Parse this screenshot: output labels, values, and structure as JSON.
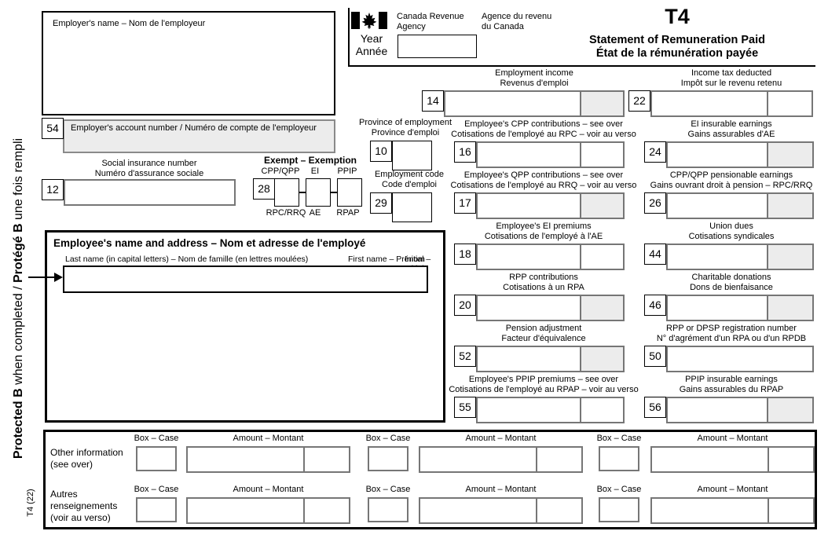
{
  "colors": {
    "shaded_fill": "#ececec",
    "box_border_gray": "#767676",
    "ink": "#000000"
  },
  "header": {
    "agency_en_line1": "Canada Revenue",
    "agency_en_line2": "Agency",
    "agency_fr_line1": "Agence du revenu",
    "agency_fr_line2": "du Canada",
    "year_label_en": "Year",
    "year_label_fr": "Année",
    "title": "T4",
    "subtitle_en": "Statement of Remuneration Paid",
    "subtitle_fr": "État de la rémunération payée"
  },
  "left_margin": {
    "protected_en_bold": "Protected B",
    "protected_en_rest": " when completed / ",
    "protected_fr_bold": "Protégé B",
    "protected_fr_rest": " une fois rempli",
    "form_code": "T4 (22)"
  },
  "employer": {
    "name_label": "Employer's name – Nom de l'employeur",
    "account_box_number": "54",
    "account_label": "Employer's account number / Numéro de compte de l'employeur"
  },
  "sin": {
    "box_number": "12",
    "label_en": "Social insurance number",
    "label_fr": "Numéro d'assurance sociale"
  },
  "exempt": {
    "title": "Exempt – Exemption",
    "box_number": "28",
    "labels_top": [
      "CPP/QPP",
      "EI",
      "PPIP"
    ],
    "labels_bottom": [
      "RPC/RRQ",
      "AE",
      "RPAP"
    ]
  },
  "province": {
    "box_number": "10",
    "label_en": "Province of employment",
    "label_fr": "Province d'emploi"
  },
  "employment_code": {
    "box_number": "29",
    "label_en": "Employment code",
    "label_fr": "Code d'emploi"
  },
  "employee": {
    "title": "Employee's name and address – Nom et adresse de l'employé",
    "last_name_label": "Last name (in capital letters) – Nom de famille (en lettres moulées)",
    "first_name_label": "First name – Prénom",
    "initial_label": "Initial – Initiale"
  },
  "fields": [
    {
      "box_number": "14",
      "label_en": "Employment income",
      "label_fr": "Revenus d'emploi",
      "cents_shaded": true
    },
    {
      "box_number": "22",
      "label_en": "Income tax deducted",
      "label_fr": "Impôt sur le revenu retenu",
      "cents_shaded": false
    },
    {
      "box_number": "16",
      "label_en": "Employee's CPP contributions – see over",
      "label_fr": "Cotisations de l'employé au RPC – voir au verso",
      "cents_shaded": false
    },
    {
      "box_number": "24",
      "label_en": "EI insurable earnings",
      "label_fr": "Gains assurables d'AE",
      "cents_shaded": true
    },
    {
      "box_number": "17",
      "label_en": "Employee's QPP contributions – see over",
      "label_fr": "Cotisations de l'employé au RRQ – voir au verso",
      "cents_shaded": true
    },
    {
      "box_number": "26",
      "label_en": "CPP/QPP pensionable earnings",
      "label_fr": "Gains ouvrant droit à pension – RPC/RRQ",
      "cents_shaded": true
    },
    {
      "box_number": "18",
      "label_en": "Employee's EI premiums",
      "label_fr": "Cotisations de l'employé à l'AE",
      "cents_shaded": false
    },
    {
      "box_number": "44",
      "label_en": "Union dues",
      "label_fr": "Cotisations syndicales",
      "cents_shaded": true
    },
    {
      "box_number": "20",
      "label_en": "RPP contributions",
      "label_fr": "Cotisations à un RPA",
      "cents_shaded": true
    },
    {
      "box_number": "46",
      "label_en": "Charitable donations",
      "label_fr": "Dons de bienfaisance",
      "cents_shaded": true
    },
    {
      "box_number": "52",
      "label_en": "Pension adjustment",
      "label_fr": "Facteur d'équivalence",
      "cents_shaded": true
    },
    {
      "box_number": "50",
      "label_en": "RPP or DPSP registration number",
      "label_fr": "N° d'agrément d'un RPA ou d'un RPDB",
      "no_cents": true
    },
    {
      "box_number": "55",
      "label_en": "Employee's PPIP premiums – see over",
      "label_fr": "Cotisations de l'employé au RPAP – voir au verso",
      "cents_shaded": false
    },
    {
      "box_number": "56",
      "label_en": "PPIP insurable earnings",
      "label_fr": "Gains assurables du RPAP",
      "cents_shaded": true
    }
  ],
  "other_information": {
    "left_en_line1": "Other information",
    "left_en_line2": "(see over)",
    "left_fr_line1": "Autres",
    "left_fr_line2": "renseignements",
    "left_fr_line3": "(voir au verso)",
    "box_label": "Box – Case",
    "amount_label": "Amount – Montant"
  }
}
